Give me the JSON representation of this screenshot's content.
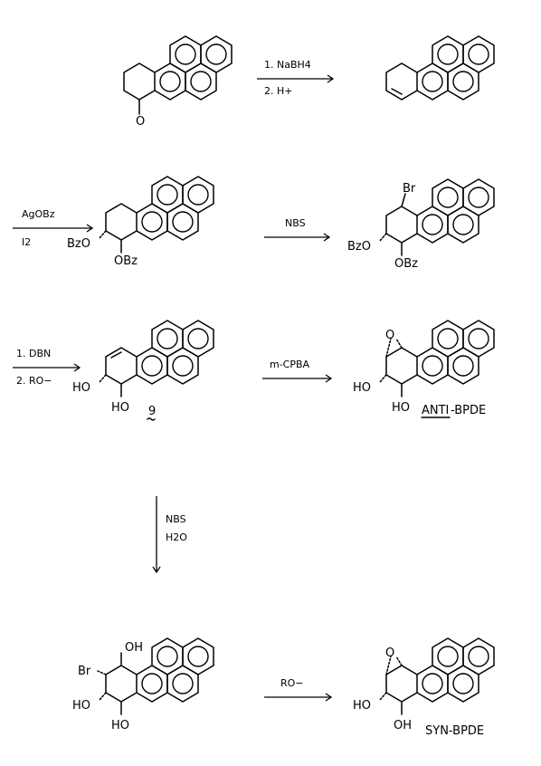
{
  "steps": [
    {
      "reagent_lines": [
        "1. NaBH4",
        "2. H+"
      ]
    },
    {
      "reagent_lines": [
        "AgOBz",
        "I2"
      ]
    },
    {
      "reagent_lines": [
        "NBS"
      ]
    },
    {
      "reagent_lines": [
        "1. DBN",
        "2. RO−"
      ]
    },
    {
      "reagent_lines": [
        "m-CPBA"
      ]
    },
    {
      "reagent_lines": [
        "NBS",
        "H2O"
      ]
    },
    {
      "reagent_lines": [
        "RO−"
      ]
    }
  ],
  "substituents": {
    "ketone_o": "O",
    "bzo": "BzO",
    "obz": "OBz",
    "br": "Br",
    "ho": "HO",
    "oh": "OH",
    "epox_o": "O"
  },
  "compounds": {
    "diol_number": "9",
    "anti_prefix": "ANTI",
    "anti_suffix": "-BPDE",
    "syn_label": "SYN-BPDE"
  }
}
